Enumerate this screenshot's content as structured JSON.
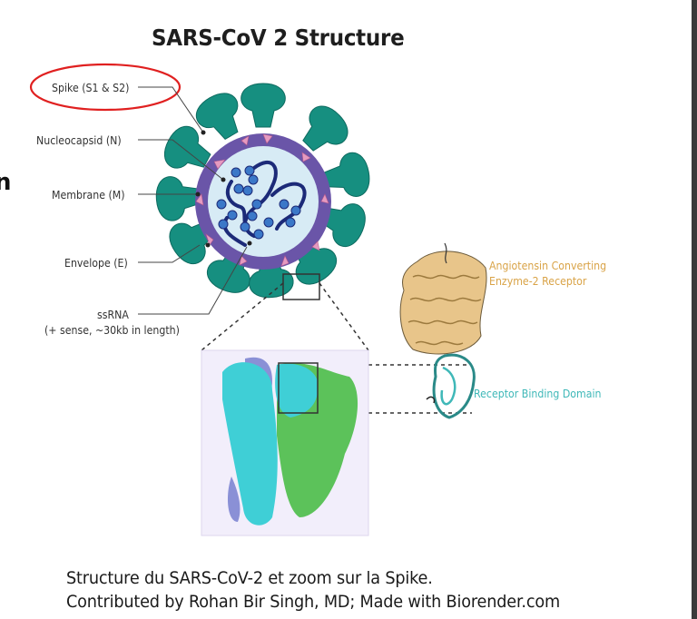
{
  "figure": {
    "title": "SARS-CoV 2 Structure",
    "edge_glyph": "n",
    "labels": {
      "spike": "Spike (S1 & S2)",
      "nucleocapsid": "Nucleocapsid (N)",
      "membrane": "Membrane (M)",
      "envelope": "Envelope (E)",
      "ssrna_line1": "ssRNA",
      "ssrna_line2": "(+ sense, ~30kb in length)"
    },
    "ace2_label_line1": "Angiotensin Converting",
    "ace2_label_line2": "Enzyme-2 Receptor",
    "rbd_label": "Receptor Binding Domain",
    "highlight": "Spike (S1 & S2)",
    "colors": {
      "spike": "#168f80",
      "membrane": "#6a55a8",
      "envelope": "#e59ac0",
      "core": "#d7ebf5",
      "rna": "#1c2a78",
      "nucleocapsid": "#3b78c8",
      "highlight_ellipse": "#e02020",
      "ace2": "#d9a347",
      "rbd": "#3fb8b8",
      "spike_protein_cyan": "#3fcfd6",
      "spike_protein_green": "#5cc25a",
      "spike_protein_blue": "#8a90d6",
      "panel_bg": "#f2eefb"
    }
  },
  "caption": {
    "line1": "Structure du SARS-CoV-2 et zoom sur la Spike.",
    "line2": "Contributed by Rohan Bir Singh, MD; Made with Biorender.com"
  }
}
